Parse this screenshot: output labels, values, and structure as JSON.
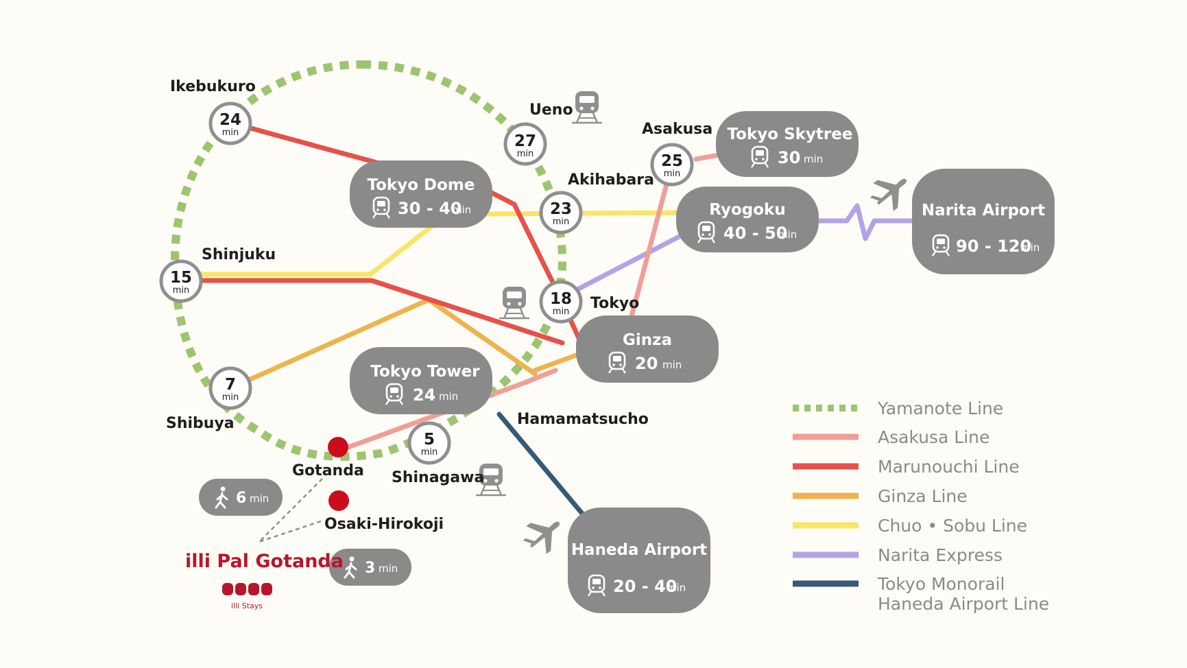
{
  "colors": {
    "yamanote": "#9dc46e",
    "asakusa": "#ef9f98",
    "marunouchi": "#e8504a",
    "ginza": "#efb34e",
    "chuo_sobu": "#f9e566",
    "narita_express": "#b3a3e6",
    "monorail": "#355a78",
    "box": "#8a8a8a",
    "station_dot": "#cc0c1c",
    "brand": "#b8162a"
  },
  "stations": {
    "ikebukuro": {
      "name": "Ikebukuro",
      "time": "24",
      "unit": "min"
    },
    "ueno": {
      "name": "Ueno",
      "time": "27",
      "unit": "min"
    },
    "akihabara": {
      "name": "Akihabara",
      "time": "23",
      "unit": "min"
    },
    "asakusa": {
      "name": "Asakusa",
      "time": "25",
      "unit": "min"
    },
    "shinjuku": {
      "name": "Shinjuku",
      "time": "15",
      "unit": "min"
    },
    "tokyo": {
      "name": "Tokyo",
      "time": "18",
      "unit": "min"
    },
    "shibuya": {
      "name": "Shibuya",
      "time": "7",
      "unit": "min"
    },
    "shinagawa": {
      "name": "Shinagawa",
      "time": "5",
      "unit": "min"
    },
    "hamamatsucho": {
      "name": "Hamamatsucho"
    },
    "gotanda": {
      "name": "Gotanda"
    },
    "osaki": {
      "name": "Osaki-Hirokoji"
    }
  },
  "destinations": {
    "tokyo_dome": {
      "name": "Tokyo Dome",
      "time": "30 - 40",
      "unit": "min"
    },
    "skytree": {
      "name": "Tokyo Skytree",
      "time": "30",
      "unit": "min"
    },
    "ryogoku": {
      "name": "Ryogoku",
      "time": "40 - 50",
      "unit": "min"
    },
    "narita": {
      "name": "Narita Airport",
      "time": "90 - 120",
      "unit": "min"
    },
    "ginza": {
      "name": "Ginza",
      "time": "20",
      "unit": "min"
    },
    "tokyo_tower": {
      "name": "Tokyo Tower",
      "time": "24",
      "unit": "min"
    },
    "haneda": {
      "name": "Haneda Airport",
      "time": "20 - 40",
      "unit": "min"
    }
  },
  "walking": [
    {
      "time": "6",
      "unit": "min"
    },
    {
      "time": "3",
      "unit": "min"
    }
  ],
  "brand": {
    "name": "illi Pal Gotanda",
    "sub": "illi Stays"
  },
  "legend": [
    {
      "label": "Yamanote Line"
    },
    {
      "label": "Asakusa Line"
    },
    {
      "label": "Marunouchi Line"
    },
    {
      "label": "Ginza Line"
    },
    {
      "label": "Chuo • Sobu Line"
    },
    {
      "label": "Narita Express"
    },
    {
      "label": "Tokyo Monorail",
      "label2": "Haneda Airport  Line"
    }
  ]
}
